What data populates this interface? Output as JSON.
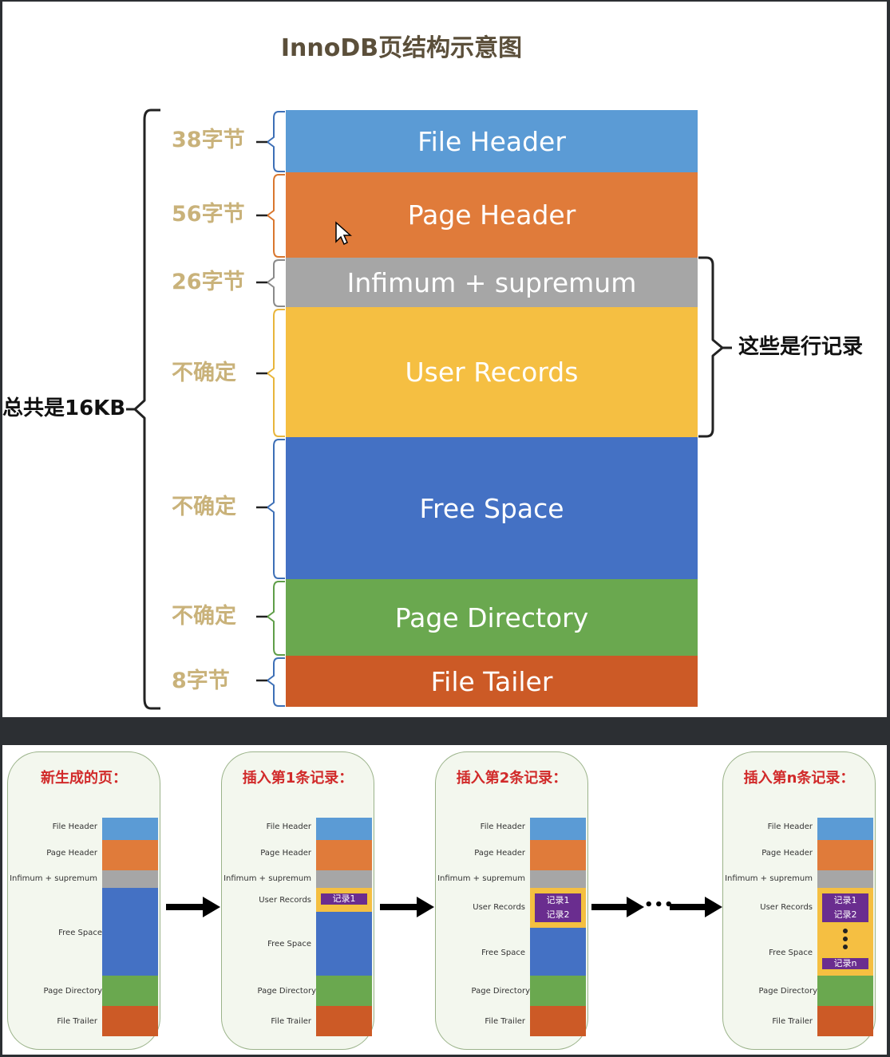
{
  "diagram": {
    "title": "InnoDB页结构示意图",
    "segments": [
      {
        "label": "File Header",
        "size": "38字节",
        "color": "#5b9bd5"
      },
      {
        "label": "Page Header",
        "size": "56字节",
        "color": "#e07b3a"
      },
      {
        "label": "Infimum + supremum",
        "size": "26字节",
        "color": "#a6a6a6"
      },
      {
        "label": "User Records",
        "size": "不确定",
        "color": "#f5bf42"
      },
      {
        "label": "Free Space",
        "size": "不确定",
        "color": "#4471c4"
      },
      {
        "label": "Page Directory",
        "size": "不确定",
        "color": "#6aa84f"
      },
      {
        "label": "File Tailer",
        "size": "8字节",
        "color": "#cc5a26"
      }
    ],
    "total_label": "总共是16KB",
    "row_records_label": "这些是行记录"
  },
  "steps": [
    {
      "title": "新生成的页：",
      "records": []
    },
    {
      "title": "插入第1条记录：",
      "records": [
        "记录1"
      ]
    },
    {
      "title": "插入第2条记录：",
      "records": [
        "记录1",
        "记录2"
      ]
    },
    {
      "title": "插入第n条记录：",
      "records": [
        "记录1",
        "记录2",
        "记录n"
      ]
    }
  ],
  "mini_labels": {
    "file_header": "File Header",
    "page_header": "Page Header",
    "infimum": "Infimum + supremum",
    "user_records": "User Records",
    "free_space": "Free Space",
    "page_directory": "Page Directory",
    "file_trailer": "File Trailer"
  },
  "dots": "•••"
}
